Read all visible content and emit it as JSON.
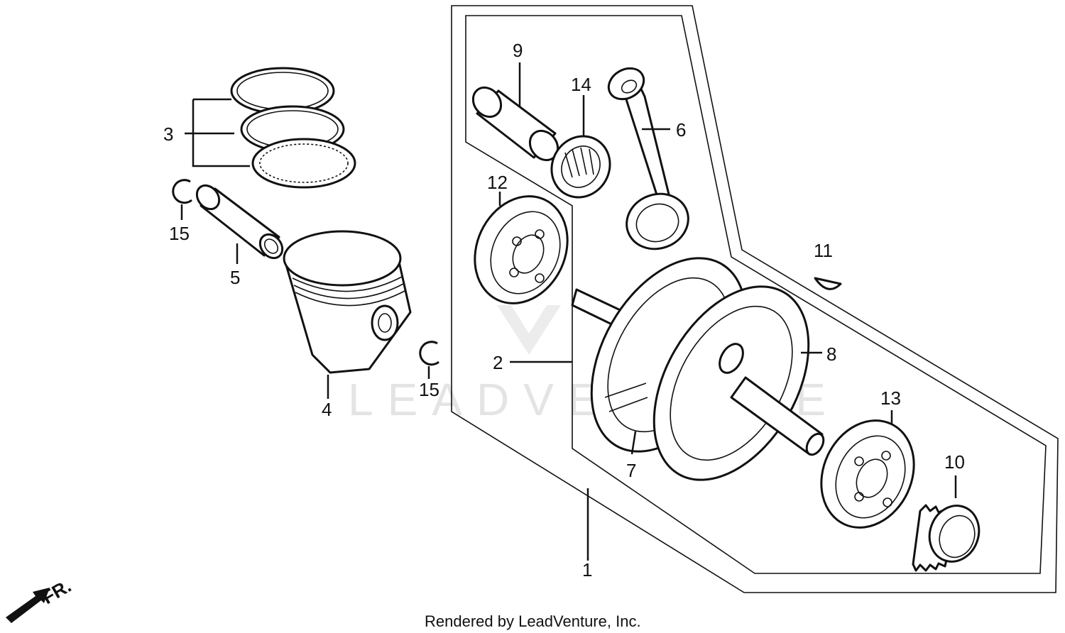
{
  "watermark": "LEADVENTURE",
  "footer": "Rendered by LeadVenture, Inc.",
  "front_marker": "FR.",
  "callouts": {
    "c1": "1",
    "c2": "2",
    "c3": "3",
    "c4": "4",
    "c5": "5",
    "c6": "6",
    "c7": "7",
    "c8": "8",
    "c9": "9",
    "c10": "10",
    "c11": "11",
    "c12": "12",
    "c13": "13",
    "c14": "14",
    "c15a": "15",
    "c15b": "15"
  }
}
